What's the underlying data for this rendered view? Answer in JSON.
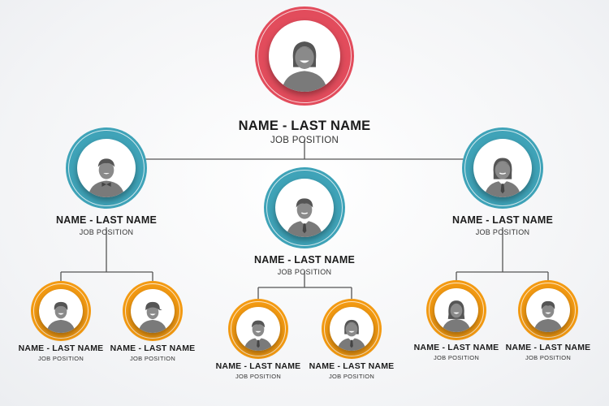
{
  "colors": {
    "top_ring": "#e24c5c",
    "middle_ring": "#3fa3b8",
    "bottom_ring": "#f39a12",
    "connector": "#555555",
    "avatar_gray": "#7d7d7d"
  },
  "org": {
    "root": {
      "name": "NAME - LAST NAME",
      "position": "JOB POSITION",
      "icon": "woman-avatar-icon"
    },
    "managers": [
      {
        "name": "NAME - LAST NAME",
        "position": "JOB POSITION",
        "icon": "man-bowtie-avatar-icon"
      },
      {
        "name": "NAME - LAST NAME",
        "position": "JOB POSITION",
        "icon": "man-tie-avatar-icon"
      },
      {
        "name": "NAME - LAST NAME",
        "position": "JOB POSITION",
        "icon": "woman-tie-avatar-icon"
      }
    ],
    "staff": [
      {
        "name": "NAME - LAST NAME",
        "position": "JOB POSITION",
        "icon": "man-avatar-icon"
      },
      {
        "name": "NAME - LAST NAME",
        "position": "JOB POSITION",
        "icon": "man-cap-avatar-icon"
      },
      {
        "name": "NAME - LAST NAME",
        "position": "JOB POSITION",
        "icon": "man-tie-avatar-icon"
      },
      {
        "name": "NAME - LAST NAME",
        "position": "JOB POSITION",
        "icon": "woman-tie-avatar-icon"
      },
      {
        "name": "NAME - LAST NAME",
        "position": "JOB POSITION",
        "icon": "woman-avatar-icon"
      },
      {
        "name": "NAME - LAST NAME",
        "position": "JOB POSITION",
        "icon": "man-avatar-icon"
      }
    ]
  }
}
